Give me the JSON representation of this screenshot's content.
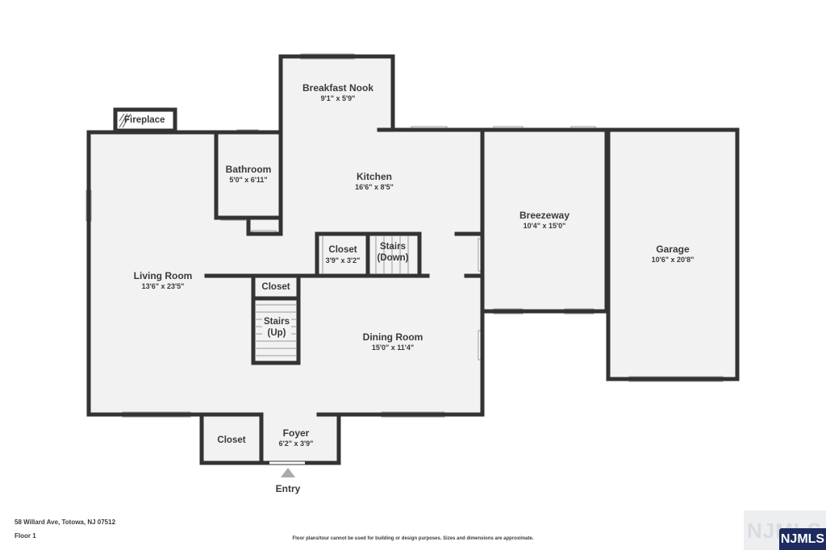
{
  "rooms": {
    "breakfast_nook": {
      "name": "Breakfast Nook",
      "dims": "9'1\" x 5'9\""
    },
    "kitchen": {
      "name": "Kitchen",
      "dims": "16'6\" x 8'5\""
    },
    "bathroom": {
      "name": "Bathroom",
      "dims": "5'0\" x 6'11\""
    },
    "breezeway": {
      "name": "Breezeway",
      "dims": "10'4\" x 15'0\""
    },
    "garage": {
      "name": "Garage",
      "dims": "10'6\" x 20'8\""
    },
    "living_room": {
      "name": "Living Room",
      "dims": "13'6\" x 23'5\""
    },
    "closet_upper": {
      "name": "Closet",
      "dims": "3'9\" x 3'2\""
    },
    "stairs_down": {
      "line1": "Stairs",
      "line2": "(Down)"
    },
    "closet_mid": {
      "name": "Closet"
    },
    "stairs_up": {
      "line1": "Stairs",
      "line2": "(Up)"
    },
    "dining_room": {
      "name": "Dining Room",
      "dims": "15'0\" x 11'4\""
    },
    "closet_lower": {
      "name": "Closet"
    },
    "foyer": {
      "name": "Foyer",
      "dims": "6'2\" x 3'9\""
    }
  },
  "fireplace": "Fireplace",
  "entry": "Entry",
  "footer": {
    "address": "58 Willard Ave, Totowa, NJ 07512",
    "floor": "Floor 1",
    "disclaimer": "Floor plans/tour cannot be used for building or design purposes. Sizes and dimensions are approximate."
  },
  "logo": {
    "text": "NJMLS",
    "watermark": "NJMLS"
  },
  "colors": {
    "wall": "#333333",
    "window": "#cfcfcf",
    "floor": "#f2f2f2",
    "logo_bg": "#1d2b5e"
  }
}
